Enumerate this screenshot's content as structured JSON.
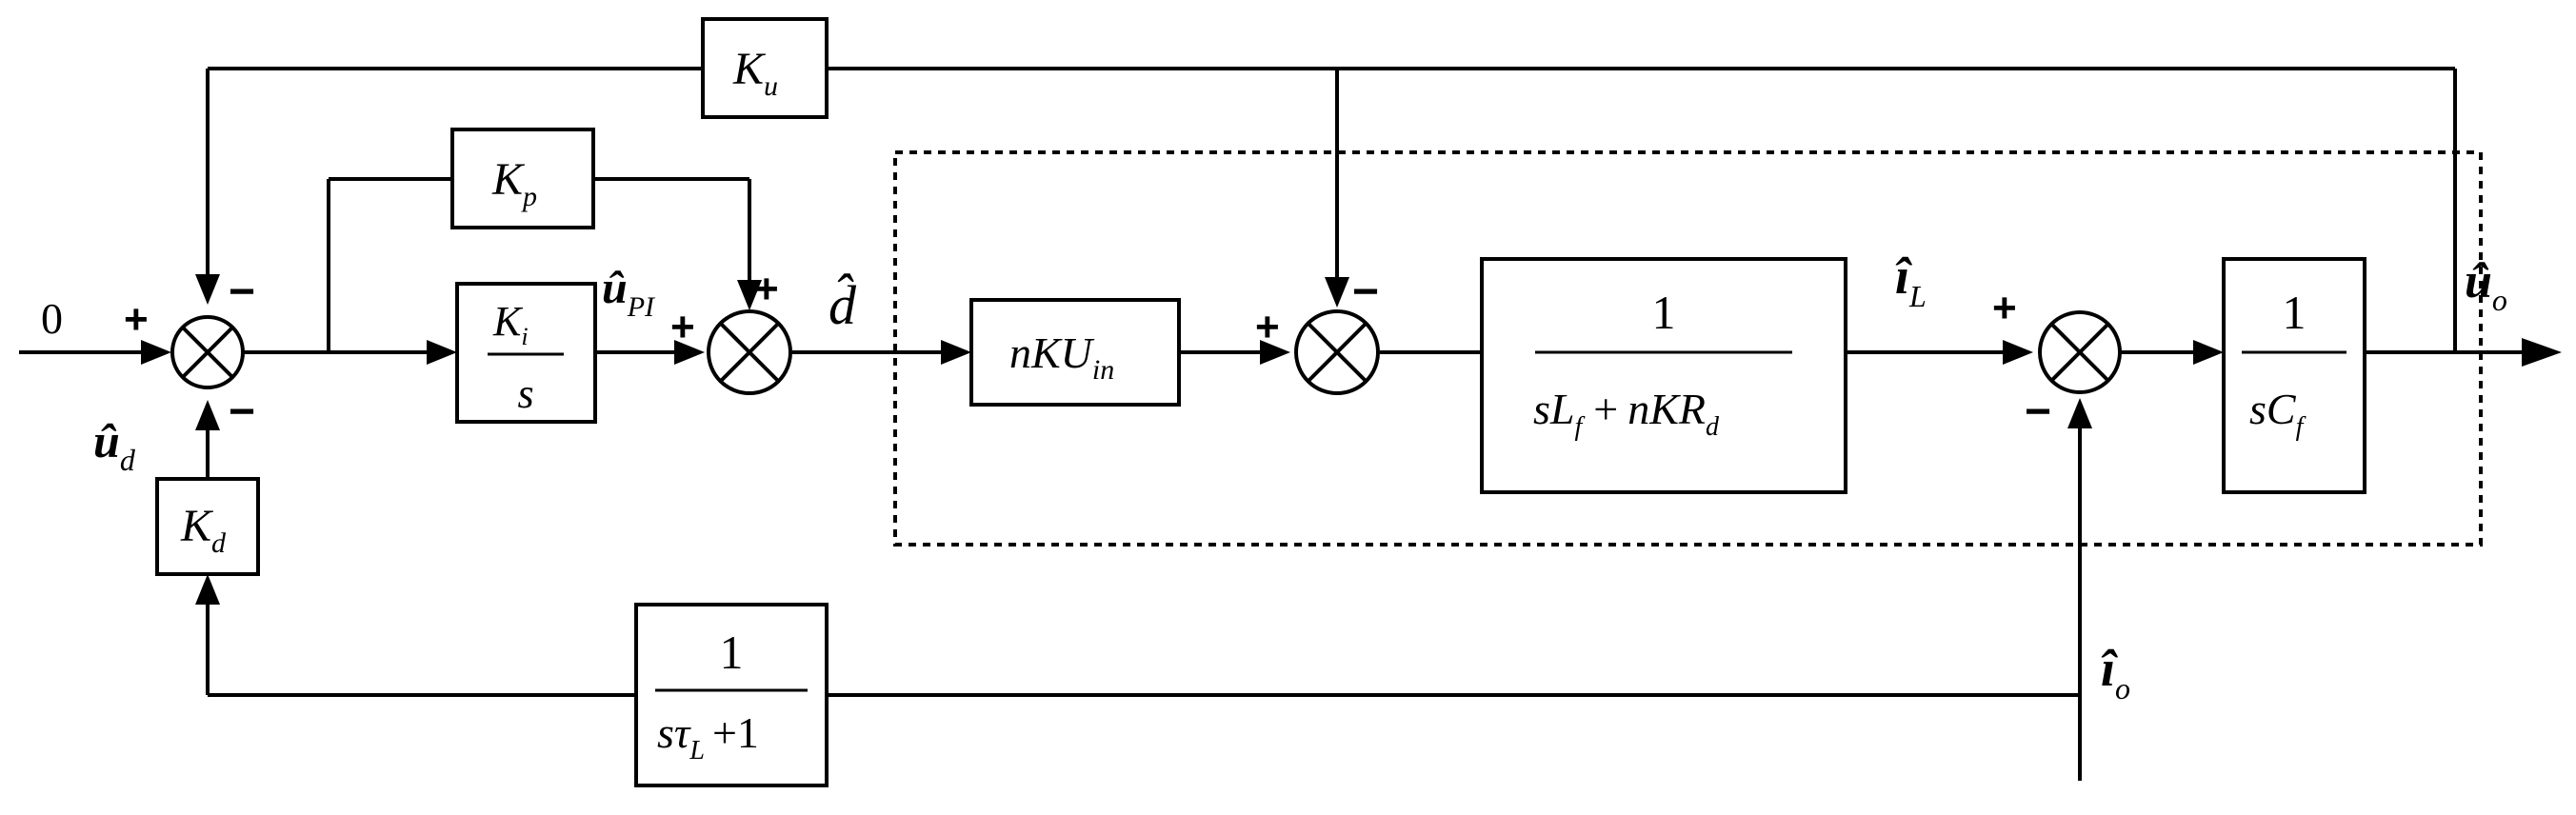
{
  "input": {
    "value": "0"
  },
  "blocks": {
    "ku": {
      "main": "K",
      "sub": "u"
    },
    "kp": {
      "main": "K",
      "sub": "p"
    },
    "ki": {
      "num_main": "K",
      "num_sub": "i",
      "den": "s"
    },
    "kd": {
      "main": "K",
      "sub": "d"
    },
    "nku": {
      "main": "nKU",
      "sub": "in"
    },
    "plant_l": {
      "num": "1",
      "den_a": "sL",
      "den_a_sub": "f",
      "den_op": "+",
      "den_b": "nKR",
      "den_b_sub": "d"
    },
    "plant_c": {
      "num": "1",
      "den": "sC",
      "den_sub": "f"
    },
    "filter": {
      "num": "1",
      "den_a": "sτ",
      "den_a_sub": "L",
      "den_b": "+1"
    }
  },
  "signals": {
    "ud": {
      "main": "û",
      "sub": "d"
    },
    "upi": {
      "main": "û",
      "sub": "PI"
    },
    "d": {
      "main": "d̂"
    },
    "il": {
      "main": "î",
      "sub": "L"
    },
    "uo": {
      "main": "û",
      "sub": "o"
    },
    "io": {
      "main": "î",
      "sub": "o"
    }
  },
  "signs": {
    "plus": "+",
    "minus": "−"
  }
}
